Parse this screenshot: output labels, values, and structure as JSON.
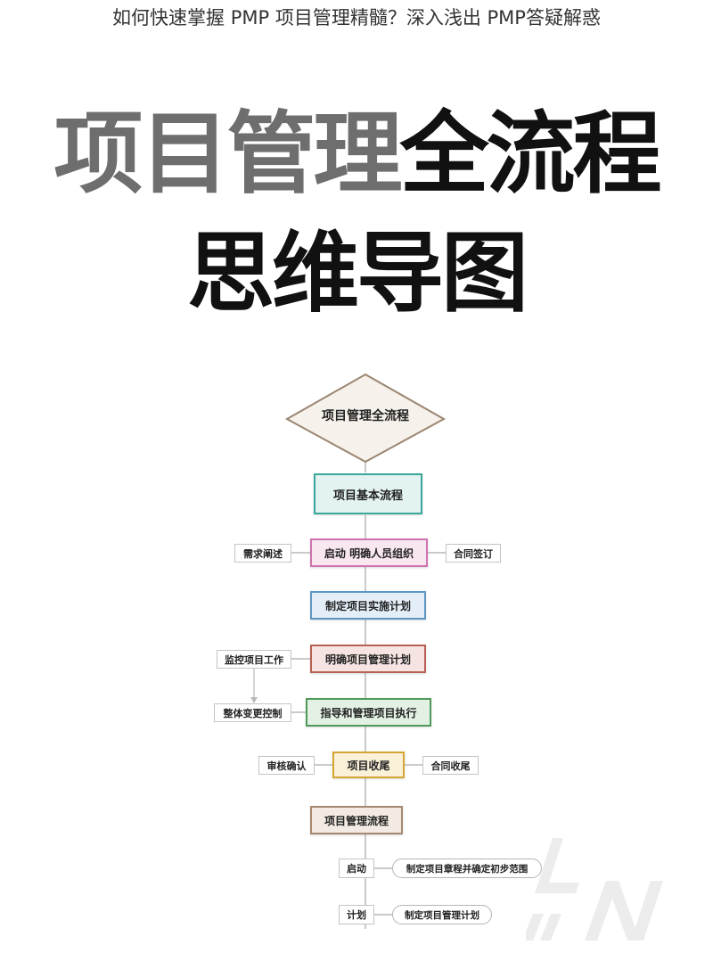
{
  "page": {
    "title": "如何快速掌握 PMP 项目管理精髓？深入浅出 PMP答疑解惑"
  },
  "banner": {
    "line1_gray": "项目管理",
    "line1_black": "全流程",
    "line2": "思维导图"
  },
  "flowchart": {
    "root": "项目管理全流程",
    "basic_flow": {
      "title": "项目基本流程",
      "steps": [
        {
          "label": "启动 明确人员组织",
          "left": "需求阐述",
          "right": "合同签订"
        },
        {
          "label": "制定项目实施计划"
        },
        {
          "label": "明确项目管理计划",
          "left": "监控项目工作"
        },
        {
          "label": "指导和管理项目执行",
          "left": "整体变更控制"
        },
        {
          "label": "项目收尾",
          "left": "审核确认",
          "right": "合同收尾"
        }
      ]
    },
    "management_flow": {
      "title": "项目管理流程",
      "items": [
        {
          "phase": "启动",
          "detail": "制定项目章程并确定初步范围"
        },
        {
          "phase": "计划",
          "detail": "制定项目管理计划"
        }
      ]
    }
  },
  "colors": {
    "header_gray": "#6e6e6e",
    "header_black": "#111111",
    "teal_border": "#3aa79b",
    "teal_fill": "#e3f3f1",
    "pink_border": "#cf73ad",
    "pink_fill": "#f8e6f1",
    "blue_border": "#5e97c4",
    "blue_fill": "#e3eef8",
    "red_border": "#b86054",
    "red_fill": "#f5e4e1",
    "green_border": "#4f9a59",
    "green_fill": "#e3f1e4",
    "yellow_border": "#d3a533",
    "yellow_fill": "#fbf1d8",
    "brown_border": "#a8896f",
    "brown_fill": "#f3ebe3",
    "diamond_border": "#9a8571",
    "diamond_fill": "#f6f1ea"
  }
}
